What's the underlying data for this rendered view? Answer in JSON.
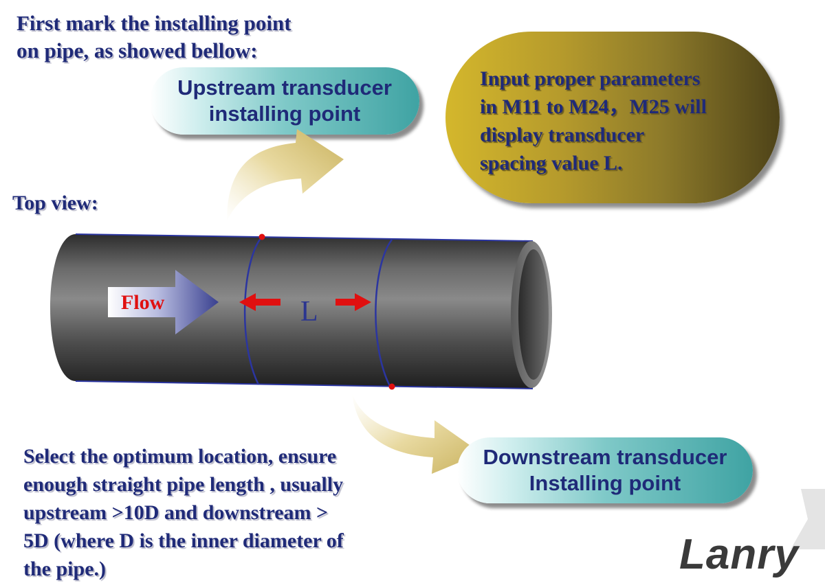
{
  "intro_text": "First mark the installing point\non pipe, as  showed bellow:",
  "top_view_label": "Top view:",
  "upstream_pill": {
    "line1": "Upstream transducer",
    "line2": "installing point"
  },
  "downstream_pill": {
    "line1": "Downstream transducer",
    "line2": "Installing point"
  },
  "parameter_note": "Input proper parameters\nin M11 to M24，M25 will\ndisplay transducer\nspacing value L.",
  "flow_label": "Flow",
  "spacing_label": "L",
  "advice_text": "Select the optimum location, ensure enough straight pipe length , usually upstream  >10D and downstream > 5D (where D is the inner diameter of the pipe.)",
  "logo_text": "Lanry",
  "colors": {
    "title_blue": "#1f2a78",
    "pill_teal": "#3fa3a3",
    "gold": "#b59a2c",
    "marker_red": "#e01010",
    "pipe_gray": "#4a4a4a"
  },
  "icons": [
    "curved-arrow-icon",
    "flow-arrow-icon",
    "spacing-arrow-icon",
    "marker-dot-icon"
  ]
}
